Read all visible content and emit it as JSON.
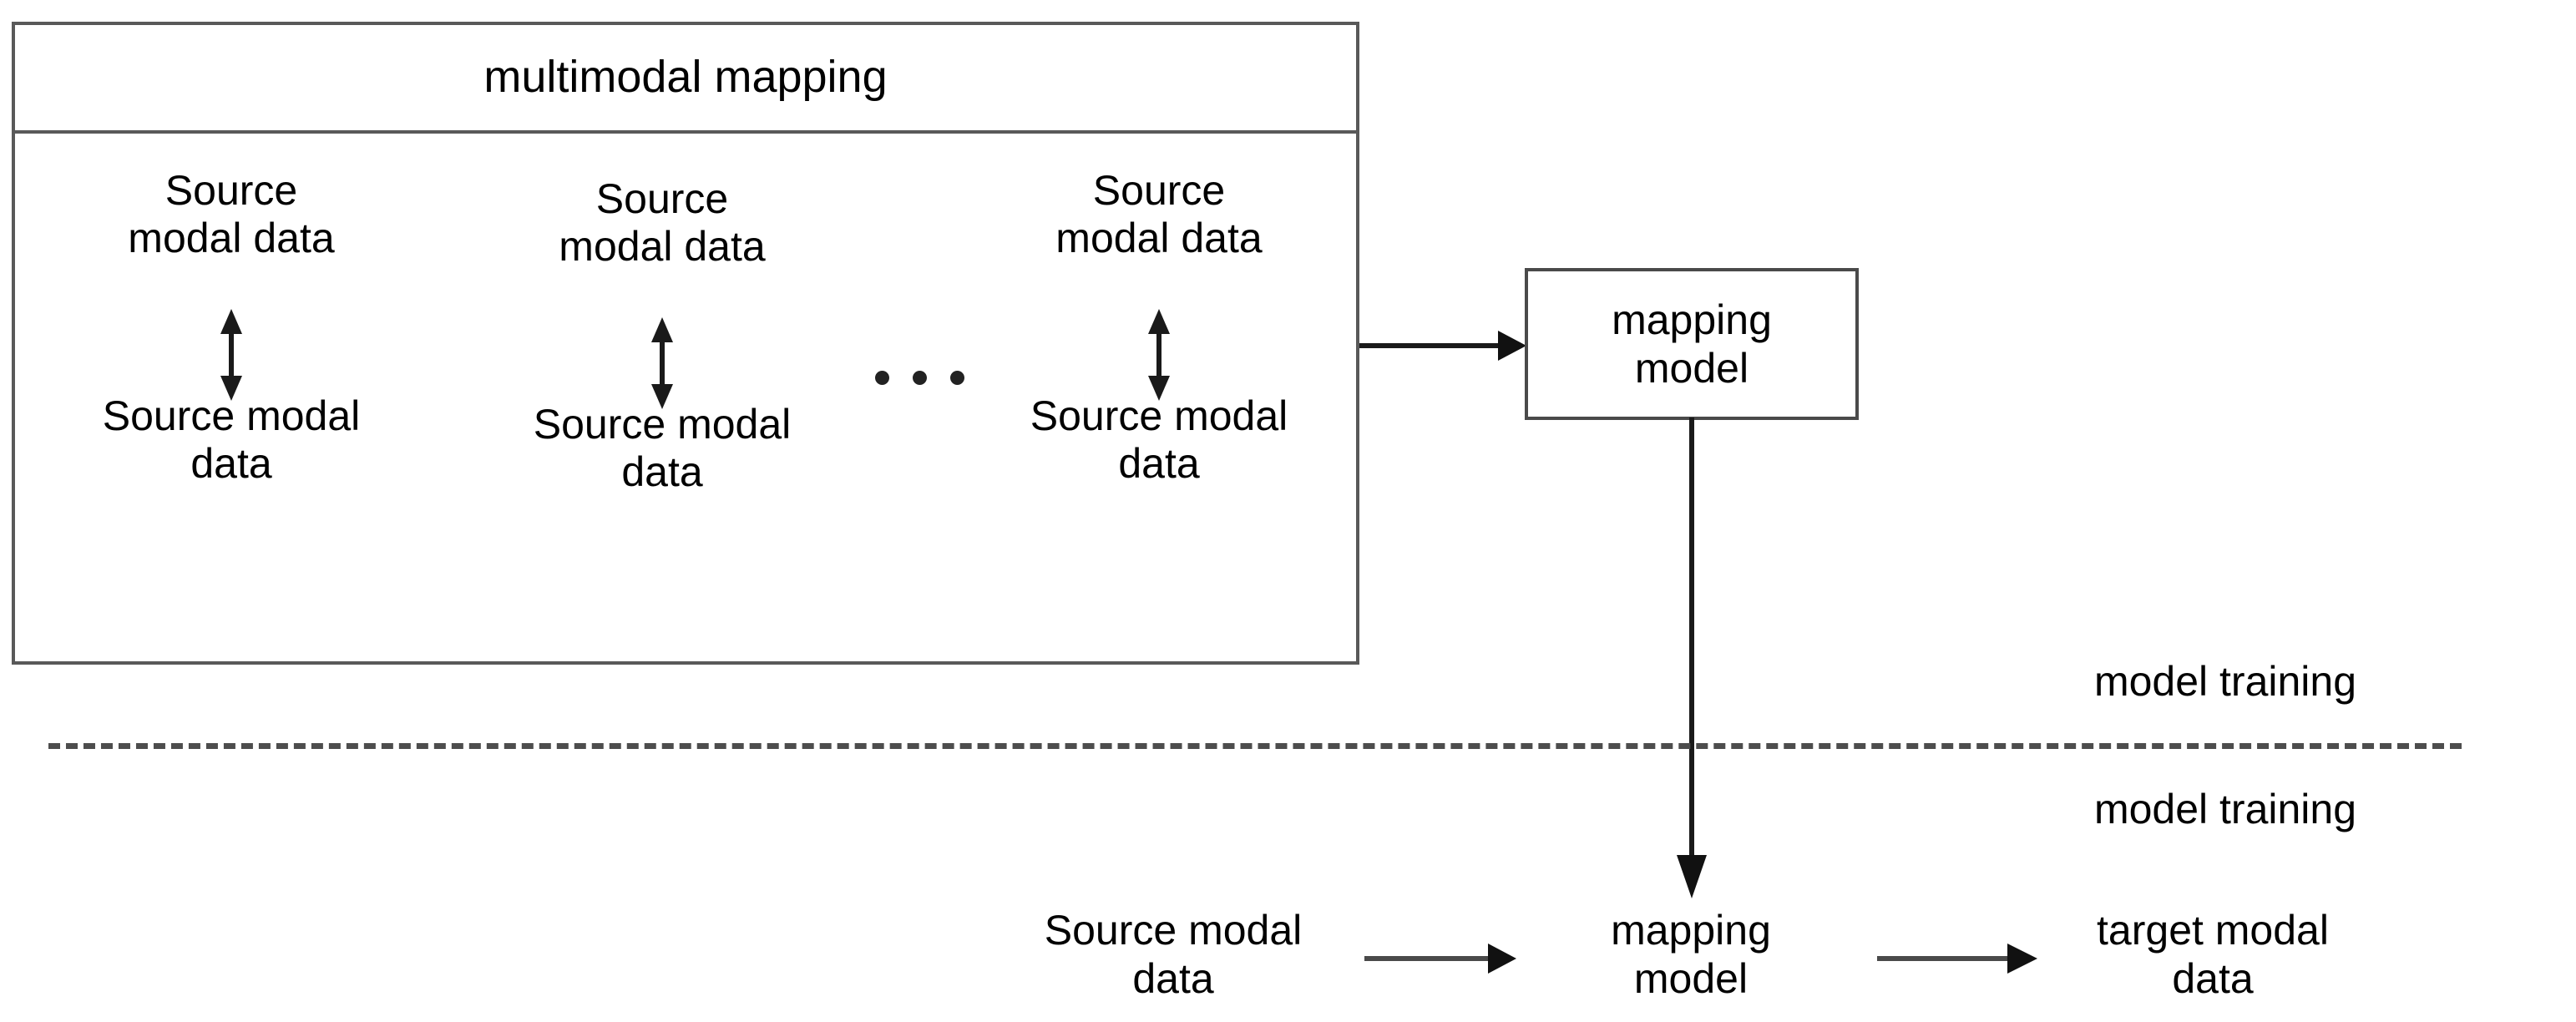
{
  "diagram": {
    "title": "multimodal mapping",
    "outer_box": {
      "label": "multimodal mapping"
    },
    "source_pairs": [
      {
        "top": "Source\nmodal data",
        "bottom": "Source modal\ndata"
      },
      {
        "top": "Source\nmodal data",
        "bottom": "Source modal\ndata"
      },
      {
        "top": "Source\nmodal data",
        "bottom": "Source modal\ndata"
      }
    ],
    "ellipsis": "...",
    "mapping_model_top": "mapping\nmodel",
    "phase_labels": {
      "above_divider": "model training",
      "below_divider": "model training"
    },
    "inference_row": {
      "source": "Source modal\ndata",
      "model": "mapping\nmodel",
      "target": "target modal\ndata"
    },
    "colors": {
      "stroke": "#4a4a4a",
      "arrow": "#1a1a1a",
      "divider": "#4d4d4d",
      "background": "#ffffff",
      "text": "#000000"
    }
  }
}
